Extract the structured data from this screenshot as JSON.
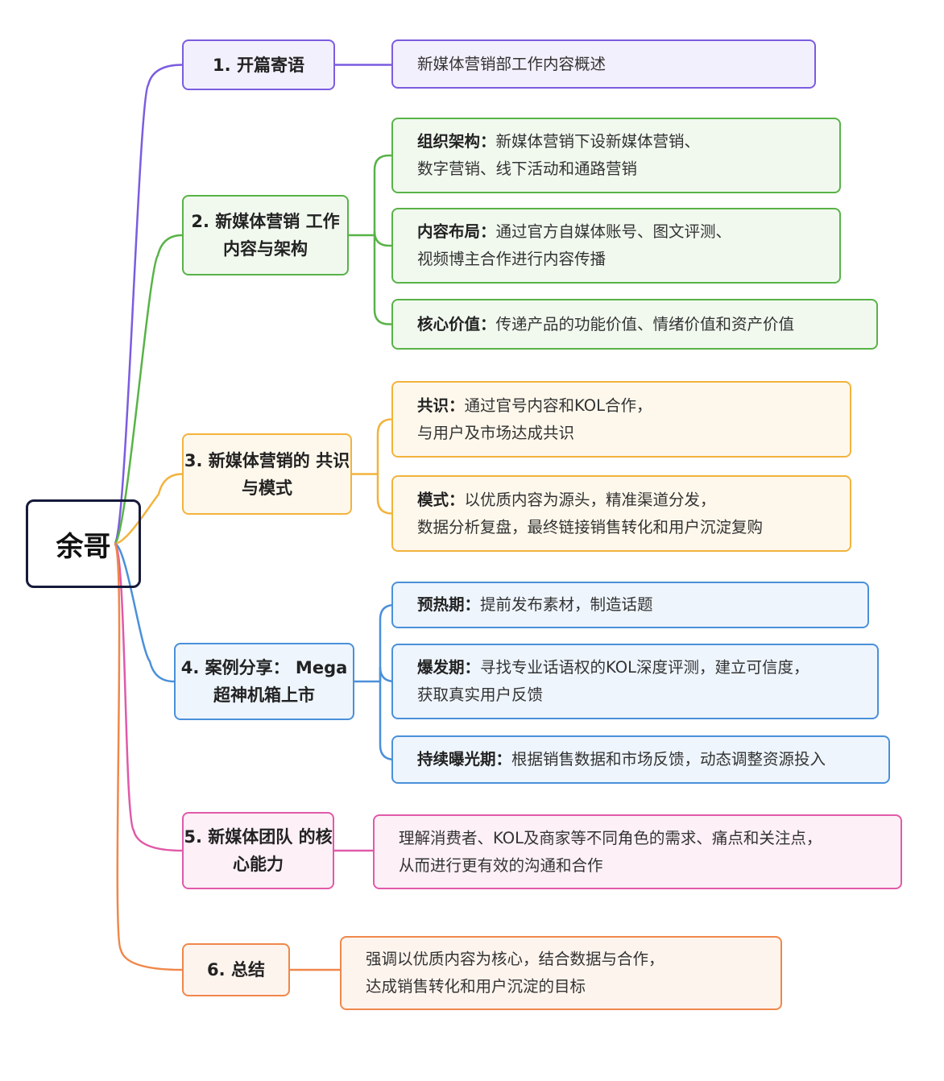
{
  "root": {
    "label": "余哥"
  },
  "branches": [
    {
      "id": "b1",
      "label": "1. 开篇寄语",
      "color": "#7b5ce0",
      "fill": "#f3f0fd",
      "leaves": [
        {
          "key": "",
          "text": "新媒体营销部工作内容概述"
        }
      ]
    },
    {
      "id": "b2",
      "label": "2. 新媒体营销\n工作内容与架构",
      "color": "#58b347",
      "fill": "#f1f9ef",
      "leaves": [
        {
          "key": "组织架构：",
          "text": "新媒体营销下设新媒体营销、\n数字营销、线下活动和通路营销"
        },
        {
          "key": "内容布局：",
          "text": "通过官方自媒体账号、图文评测、\n视频博主合作进行内容传播"
        },
        {
          "key": "核心价值：",
          "text": "传递产品的功能价值、情绪价值和资产价值"
        }
      ]
    },
    {
      "id": "b3",
      "label": "3. 新媒体营销的\n共识与模式",
      "color": "#f2b33d",
      "fill": "#fef8ec",
      "leaves": [
        {
          "key": "共识：",
          "text": "通过官号内容和KOL合作，\n与用户及市场达成共识"
        },
        {
          "key": "模式：",
          "text": "以优质内容为源头，精准渠道分发，\n数据分析复盘，最终链接销售转化和用户沉淀复购"
        }
      ]
    },
    {
      "id": "b4",
      "label": "4. 案例分享：\nMega超神机箱上市",
      "color": "#4a90d9",
      "fill": "#eef5fd",
      "leaves": [
        {
          "key": "预热期：",
          "text": "提前发布素材，制造话题"
        },
        {
          "key": "爆发期：",
          "text": "寻找专业话语权的KOL深度评测，建立可信度，\n获取真实用户反馈"
        },
        {
          "key": "持续曝光期：",
          "text": "根据销售数据和市场反馈，动态调整资源投入"
        }
      ]
    },
    {
      "id": "b5",
      "label": "5. 新媒体团队\n的核心能力",
      "color": "#e05aa8",
      "fill": "#fdf0f7",
      "leaves": [
        {
          "key": "",
          "text": "理解消费者、KOL及商家等不同角色的需求、痛点和关注点，\n从而进行更有效的沟通和合作"
        }
      ]
    },
    {
      "id": "b6",
      "label": "6. 总结",
      "color": "#f0874a",
      "fill": "#fef4ee",
      "leaves": [
        {
          "key": "",
          "text": "强调以优质内容为核心，结合数据与合作，\n达成销售转化和用户沉淀的目标"
        }
      ]
    }
  ]
}
